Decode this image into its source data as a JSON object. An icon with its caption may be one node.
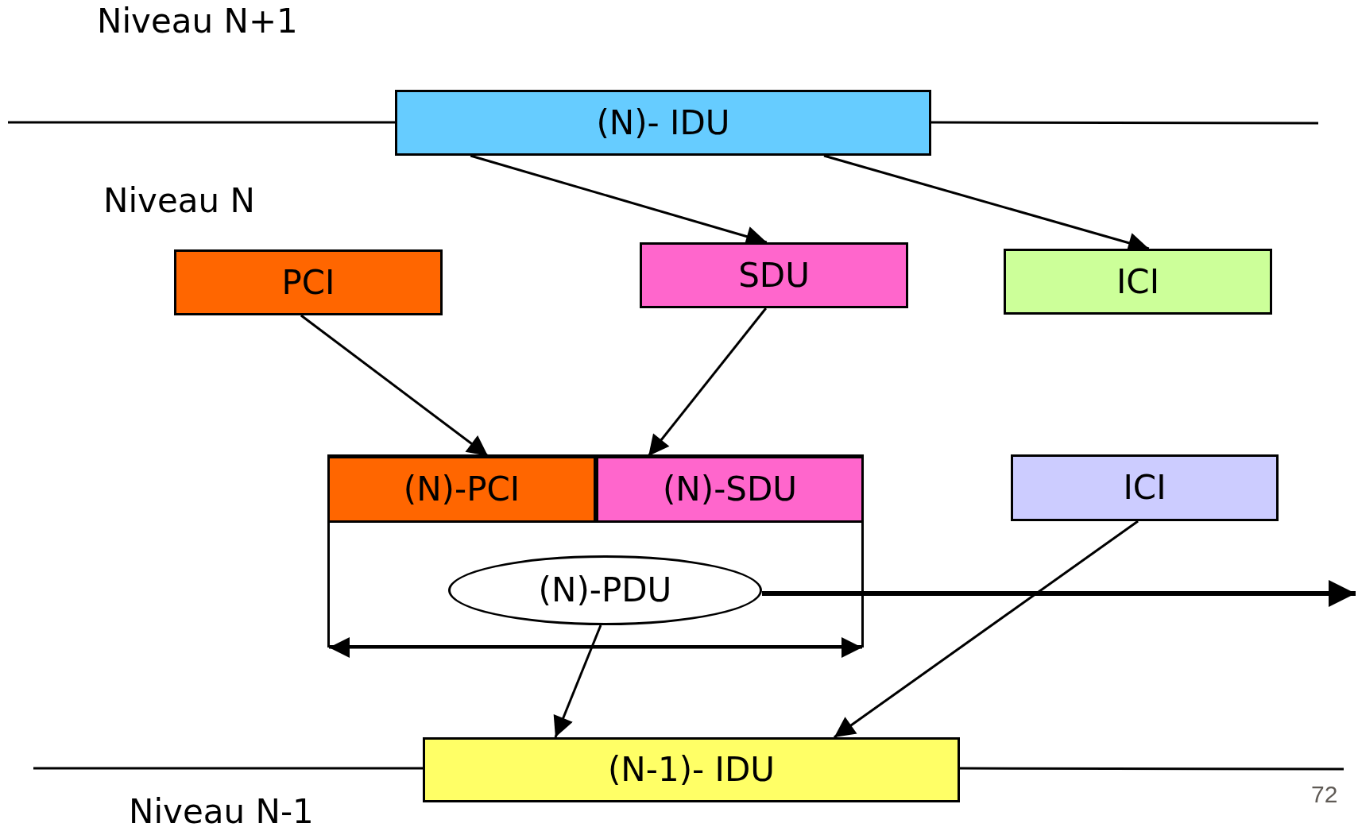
{
  "diagram": {
    "nodes": [
      {
        "text": [
          "(N)- IDU"
        ]
      },
      {
        "text": [
          "PCI"
        ]
      },
      {
        "text": [
          "SDU"
        ]
      },
      {
        "text": [
          "ICI"
        ]
      },
      {
        "text": [],
        "shape": "box"
      },
      {
        "text": [
          "(N)-PCI"
        ],
        "in": 4
      },
      {
        "text": [
          "(N)-SDU"
        ],
        "in": 4
      },
      {
        "text": [
          "(N)-PDU"
        ],
        "in": 4
      },
      {
        "text": [
          "ICI"
        ]
      },
      {
        "text": [
          "(N-1)- IDU"
        ]
      }
    ],
    "edges": [
      {
        "from": 0,
        "to": 2,
        "arrow": "to"
      },
      {
        "from": 0,
        "to": 3,
        "arrow": "to"
      },
      {
        "from": 1,
        "to": 5,
        "arrow": "to"
      },
      {
        "from": 2,
        "to": 6,
        "arrow": "to"
      },
      {
        "from": 7,
        "to": 9,
        "arrow": "to"
      },
      {
        "from": 8,
        "to": 9,
        "arrow": "to"
      },
      {
        "from": 7,
        "to": null,
        "arrow": "to",
        "style": "thick"
      }
    ],
    "labels": [
      "Niveau N+1",
      "Niveau N",
      "Niveau N-1",
      "72"
    ]
  }
}
